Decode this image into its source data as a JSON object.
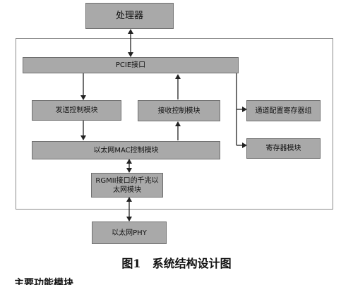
{
  "blocks": {
    "processor": "处理器",
    "pcie": "PCIE接口",
    "send_ctrl": "发送控制模块",
    "recv_ctrl": "接收控制模块",
    "channel_cfg": "通道配置寄存器组",
    "register": "寄存器模块",
    "mac_ctrl": "以太网MAC控制模块",
    "rgmii_line1": "RGMII接口的千兆以",
    "rgmii_line2": "太网模块",
    "phy": "以太网PHY"
  },
  "caption": {
    "fig_no": "图1",
    "title": "系统结构设计图"
  },
  "trailing_text": "主要功能模块"
}
